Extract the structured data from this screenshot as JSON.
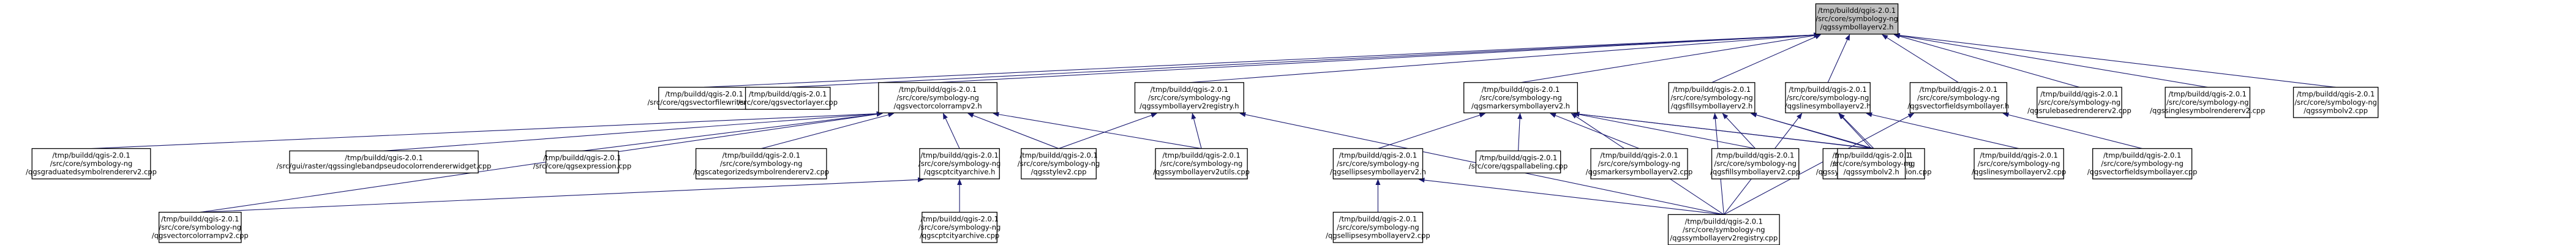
{
  "nodes": [
    {
      "id": "root",
      "lines": [
        "/tmp/buildd/qgis-2.0.1",
        "/src/core/symbology-ng",
        "/qgssymbollayerv2.h"
      ],
      "root": true
    },
    {
      "id": "vfw",
      "lines": [
        "/tmp/buildd/qgis-2.0.1",
        "/src/core/qgsvectorfilewriter.cpp"
      ]
    },
    {
      "id": "vl",
      "lines": [
        "/tmp/buildd/qgis-2.0.1",
        "/src/core/qgsvectorlayer.cpp"
      ]
    },
    {
      "id": "vcr",
      "lines": [
        "/tmp/buildd/qgis-2.0.1",
        "/src/core/symbology-ng",
        "/qgsvectorcolorrampv2.h"
      ]
    },
    {
      "id": "slreg",
      "lines": [
        "/tmp/buildd/qgis-2.0.1",
        "/src/core/symbology-ng",
        "/qgssymbollayerv2registry.h"
      ]
    },
    {
      "id": "msl",
      "lines": [
        "/tmp/buildd/qgis-2.0.1",
        "/src/core/symbology-ng",
        "/qgsmarkersymbollayerv2.h"
      ]
    },
    {
      "id": "fsl",
      "lines": [
        "/tmp/buildd/qgis-2.0.1",
        "/src/core/symbology-ng",
        "/qgsfillsymbollayerv2.h"
      ]
    },
    {
      "id": "lsl",
      "lines": [
        "/tmp/buildd/qgis-2.0.1",
        "/src/core/symbology-ng",
        "/qgslinesymbollayerv2.h"
      ]
    },
    {
      "id": "vfsl",
      "lines": [
        "/tmp/buildd/qgis-2.0.1",
        "/src/core/symbology-ng",
        "/qgsvectorfieldsymbollayer.h"
      ]
    },
    {
      "id": "rbr",
      "lines": [
        "/tmp/buildd/qgis-2.0.1",
        "/src/core/symbology-ng",
        "/qgsrulebasedrendererv2.cpp"
      ]
    },
    {
      "id": "ssr",
      "lines": [
        "/tmp/buildd/qgis-2.0.1",
        "/src/core/symbology-ng",
        "/qgssinglesymbolrendererv2.cpp"
      ]
    },
    {
      "id": "sv2cpp",
      "lines": [
        "/tmp/buildd/qgis-2.0.1",
        "/src/core/symbology-ng",
        "/qgssymbolv2.cpp"
      ]
    },
    {
      "id": "gsr",
      "lines": [
        "/tmp/buildd/qgis-2.0.1",
        "/src/core/symbology-ng",
        "/qgsgraduatedsymbolrendererv2.cpp"
      ]
    },
    {
      "id": "sbp",
      "lines": [
        "/tmp/buildd/qgis-2.0.1",
        "/src/gui/raster/qgssinglebandpseudocolorrendererwidget.cpp"
      ]
    },
    {
      "id": "expr",
      "lines": [
        "/tmp/buildd/qgis-2.0.1",
        "/src/core/qgsexpression.cpp"
      ]
    },
    {
      "id": "csr",
      "lines": [
        "/tmp/buildd/qgis-2.0.1",
        "/src/core/symbology-ng",
        "/qgscategorizedsymbolrendererv2.cpp"
      ]
    },
    {
      "id": "cpth",
      "lines": [
        "/tmp/buildd/qgis-2.0.1",
        "/src/core/symbology-ng",
        "/qgscptcityarchive.h"
      ]
    },
    {
      "id": "stylecpp",
      "lines": [
        "/tmp/buildd/qgis-2.0.1",
        "/src/core/symbology-ng",
        "/qgsstylev2.cpp"
      ]
    },
    {
      "id": "utils",
      "lines": [
        "/tmp/buildd/qgis-2.0.1",
        "/src/core/symbology-ng",
        "/qgssymbollayerv2utils.cpp"
      ]
    },
    {
      "id": "ellh",
      "lines": [
        "/tmp/buildd/qgis-2.0.1",
        "/src/core/symbology-ng",
        "/qgsellipsesymbollayerv2.h"
      ]
    },
    {
      "id": "pal",
      "lines": [
        "/tmp/buildd/qgis-2.0.1",
        "/src/core/qgspallabeling.cpp"
      ]
    },
    {
      "id": "mslcpp",
      "lines": [
        "/tmp/buildd/qgis-2.0.1",
        "/src/core/symbology-ng",
        "/qgsmarkersymbollayerv2.cpp"
      ]
    },
    {
      "id": "fslcpp",
      "lines": [
        "/tmp/buildd/qgis-2.0.1",
        "/src/core/symbology-ng",
        "/qgsfillsymbollayerv2.cpp"
      ]
    },
    {
      "id": "s2conv",
      "lines": [
        "/tmp/buildd/qgis-2.0.1",
        "/src/core/symbology-ng",
        "/qgssymbologyv2conversion.cpp"
      ]
    },
    {
      "id": "sv2h",
      "lines": [
        "/tmp/buildd/qgis-2.0.1",
        "/src/core/symbology-ng",
        "/qgssymbolv2.h"
      ]
    },
    {
      "id": "lslcpp",
      "lines": [
        "/tmp/buildd/qgis-2.0.1",
        "/src/core/symbology-ng",
        "/qgslinesymbollayerv2.cpp"
      ]
    },
    {
      "id": "vfslcpp",
      "lines": [
        "/tmp/buildd/qgis-2.0.1",
        "/src/core/symbology-ng",
        "/qgsvectorfieldsymbollayer.cpp"
      ]
    },
    {
      "id": "vcrcpp",
      "lines": [
        "/tmp/buildd/qgis-2.0.1",
        "/src/core/symbology-ng",
        "/qgsvectorcolorrampv2.cpp"
      ]
    },
    {
      "id": "cptcpp",
      "lines": [
        "/tmp/buildd/qgis-2.0.1",
        "/src/core/symbology-ng",
        "/qgscptcityarchive.cpp"
      ]
    },
    {
      "id": "ellcpp",
      "lines": [
        "/tmp/buildd/qgis-2.0.1",
        "/src/core/symbology-ng",
        "/qgsellipsesymbollayerv2.cpp"
      ]
    },
    {
      "id": "regcpp",
      "lines": [
        "/tmp/buildd/qgis-2.0.1",
        "/src/core/symbology-ng",
        "/qgssymbollayerv2registry.cpp"
      ]
    }
  ],
  "edges": [
    [
      "vfw",
      "root"
    ],
    [
      "vl",
      "root"
    ],
    [
      "vcr",
      "root"
    ],
    [
      "slreg",
      "root"
    ],
    [
      "msl",
      "root"
    ],
    [
      "fsl",
      "root"
    ],
    [
      "lsl",
      "root"
    ],
    [
      "vfsl",
      "root"
    ],
    [
      "rbr",
      "root"
    ],
    [
      "ssr",
      "root"
    ],
    [
      "sv2cpp",
      "root"
    ],
    [
      "gsr",
      "vcr"
    ],
    [
      "sbp",
      "vcr"
    ],
    [
      "expr",
      "vcr"
    ],
    [
      "csr",
      "vcr"
    ],
    [
      "cpth",
      "vcr"
    ],
    [
      "stylecpp",
      "vcr"
    ],
    [
      "utils",
      "vcr"
    ],
    [
      "vcrcpp",
      "vcr"
    ],
    [
      "stylecpp",
      "slreg"
    ],
    [
      "utils",
      "slreg"
    ],
    [
      "regcpp",
      "slreg"
    ],
    [
      "pal",
      "msl"
    ],
    [
      "mslcpp",
      "msl"
    ],
    [
      "fslcpp",
      "msl"
    ],
    [
      "s2conv",
      "msl"
    ],
    [
      "sv2h",
      "msl"
    ],
    [
      "ellh",
      "msl"
    ],
    [
      "regcpp",
      "msl"
    ],
    [
      "fslcpp",
      "fsl"
    ],
    [
      "s2conv",
      "fsl"
    ],
    [
      "sv2h",
      "fsl"
    ],
    [
      "regcpp",
      "fsl"
    ],
    [
      "lslcpp",
      "lsl"
    ],
    [
      "s2conv",
      "lsl"
    ],
    [
      "sv2h",
      "lsl"
    ],
    [
      "regcpp",
      "lsl"
    ],
    [
      "vfslcpp",
      "vfsl"
    ],
    [
      "regcpp",
      "vfsl"
    ],
    [
      "vcrcpp",
      "cpth"
    ],
    [
      "cptcpp",
      "cpth"
    ],
    [
      "ellcpp",
      "ellh"
    ],
    [
      "regcpp",
      "ellh"
    ]
  ]
}
